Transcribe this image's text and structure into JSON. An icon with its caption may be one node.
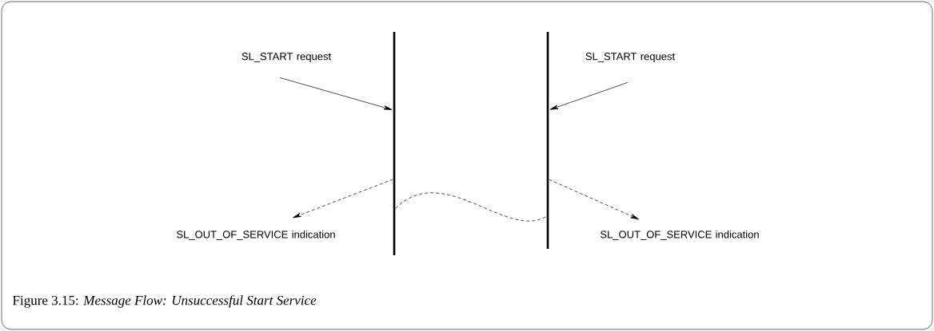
{
  "diagram": {
    "caption": "Figure 3.15: *Message Flow: Unsuccessful Start Service*",
    "nodes": [
      {
        "text": [
          "SL_START request"
        ]
      },
      {
        "text": [],
        "shape": "bar"
      },
      {
        "text": [],
        "shape": "bar"
      },
      {
        "text": [
          "SL_START request"
        ]
      },
      {
        "text": [
          "SL_OUT_OF_SERVICE indication"
        ]
      },
      {
        "text": [
          "SL_OUT_OF_SERVICE indication"
        ]
      }
    ],
    "edges": [
      {
        "from": 0,
        "to": 1,
        "arrow": "to"
      },
      {
        "from": 3,
        "to": 2,
        "arrow": "to"
      },
      {
        "from": 1,
        "to": 2,
        "arrow": "none",
        "style": "dashed"
      },
      {
        "from": 1,
        "to": 4,
        "arrow": "to",
        "style": "dashed"
      },
      {
        "from": 2,
        "to": 5,
        "arrow": "to",
        "style": "dashed"
      }
    ]
  }
}
